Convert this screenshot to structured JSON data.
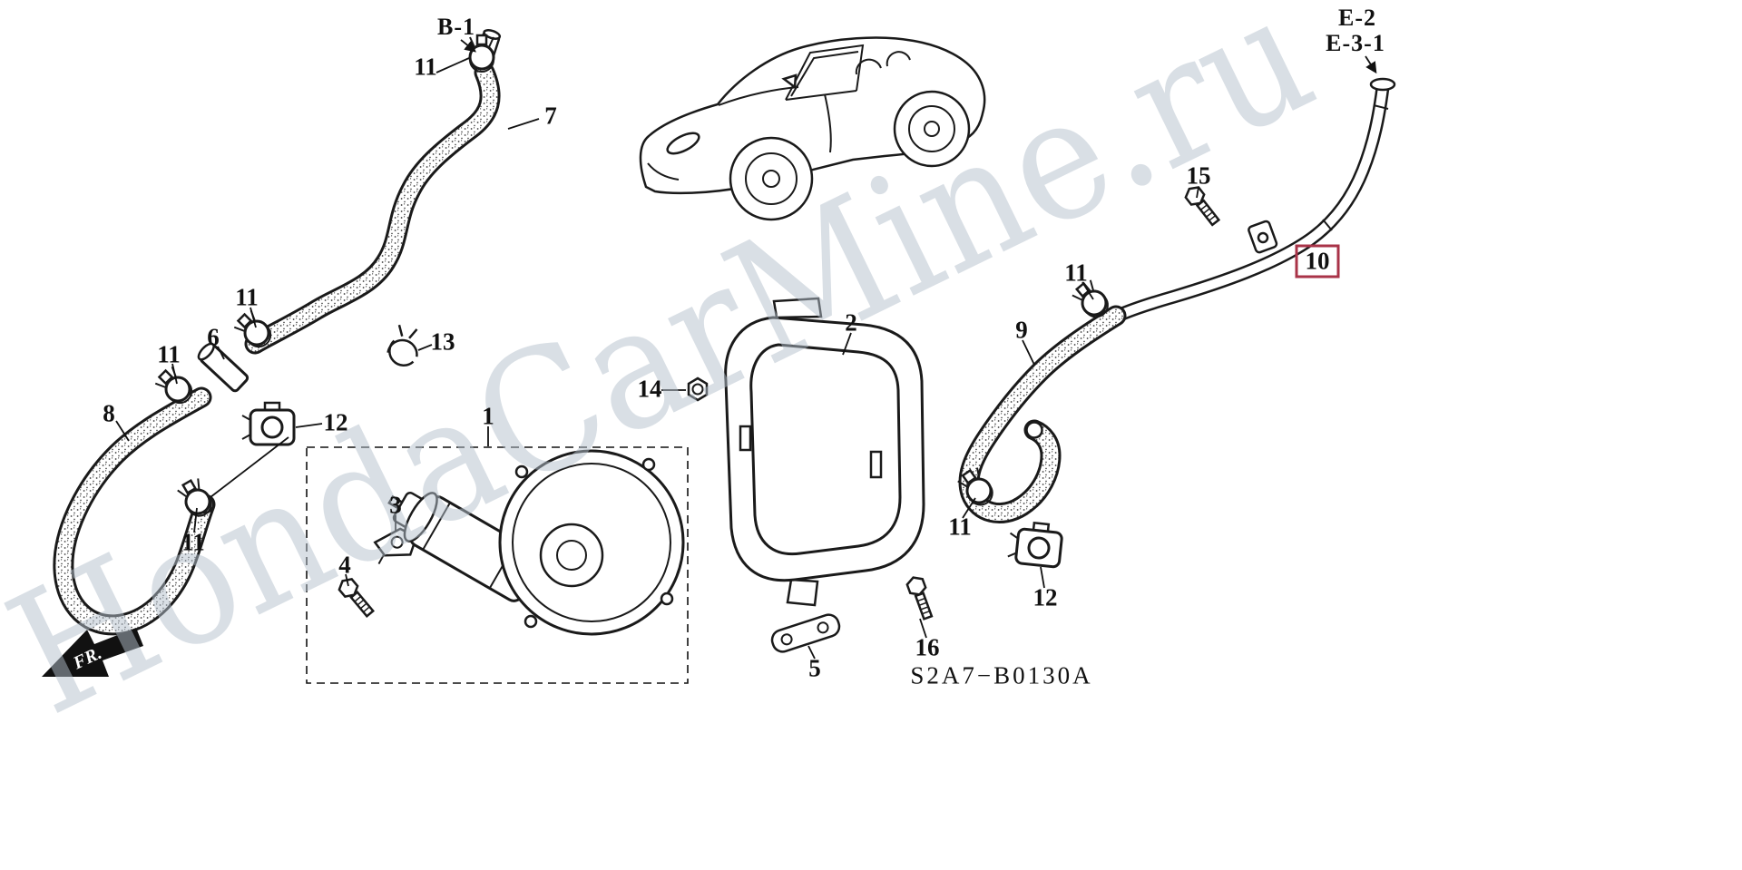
{
  "labels": {
    "fr": "FR.",
    "diagram_code": "S2A7−B0130A",
    "watermark": "HondaCarMine.ru"
  },
  "refs": {
    "b1": "B-1",
    "e2": "E-2",
    "e31": "E-3-1"
  },
  "callouts": [
    "11",
    "7",
    "15",
    "10",
    "11",
    "9",
    "2",
    "13",
    "11",
    "6",
    "11",
    "12",
    "1",
    "14",
    "8",
    "11",
    "3",
    "4",
    "11",
    "12",
    "5",
    "16"
  ],
  "colors": {
    "highlight_box": "#a93348",
    "watermark": "#b3bfcc",
    "line_art": "#1a1a1a"
  }
}
